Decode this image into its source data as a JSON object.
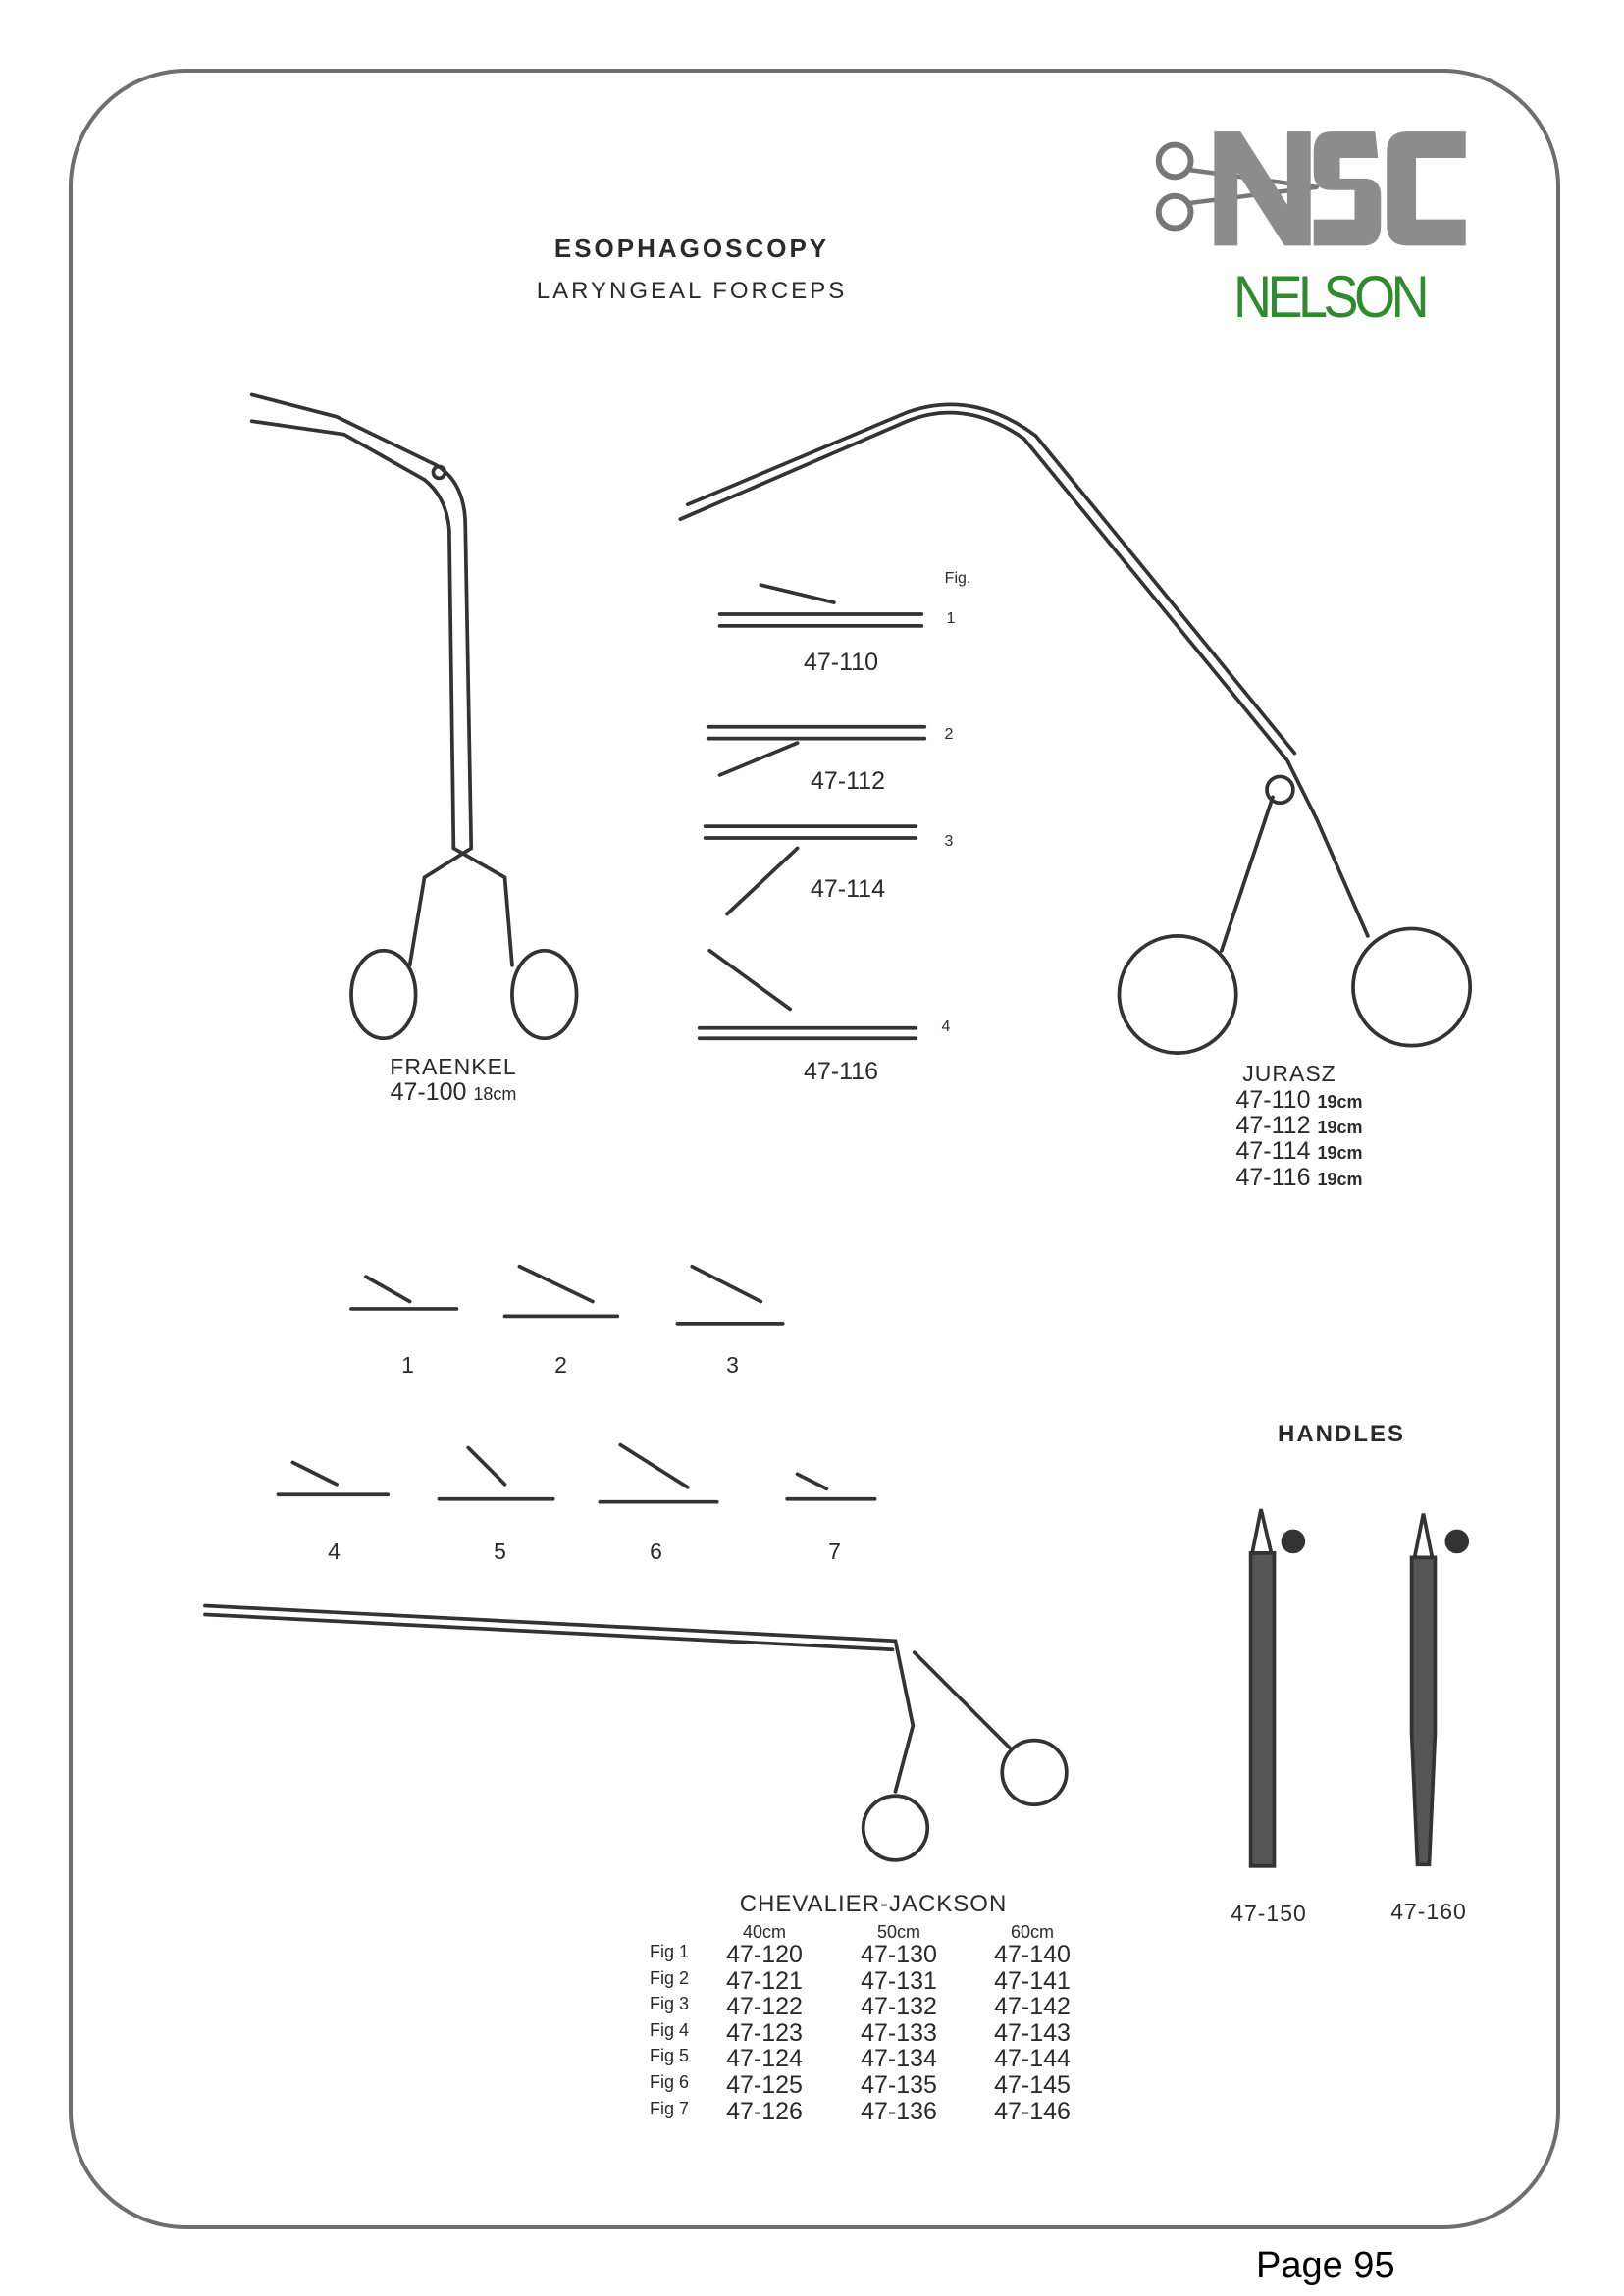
{
  "header": {
    "title": "ESOPHAGOSCOPY",
    "subtitle": "LARYNGEAL FORCEPS"
  },
  "logo": {
    "mark": "NSC",
    "brand": "NELSON",
    "brand_color": "#2e8b2e"
  },
  "fraenkel": {
    "name": "FRAENKEL",
    "code": "47-100",
    "size": "18cm"
  },
  "tips": {
    "fig_label": "Fig.",
    "items": [
      {
        "fig": "1",
        "code": "47-110"
      },
      {
        "fig": "2",
        "code": "47-112"
      },
      {
        "fig": "3",
        "code": "47-114"
      },
      {
        "fig": "4",
        "code": "47-116"
      }
    ]
  },
  "jurasz": {
    "name": "JURASZ",
    "items": [
      {
        "code": "47-110",
        "size": "19cm"
      },
      {
        "code": "47-112",
        "size": "19cm"
      },
      {
        "code": "47-114",
        "size": "19cm"
      },
      {
        "code": "47-116",
        "size": "19cm"
      }
    ]
  },
  "cj_figs": [
    "1",
    "2",
    "3",
    "4",
    "5",
    "6",
    "7"
  ],
  "handles": {
    "title": "HANDLES",
    "items": [
      "47-150",
      "47-160"
    ]
  },
  "chevalier": {
    "name": "CHEVALIER-JACKSON",
    "columns": [
      "40cm",
      "50cm",
      "60cm"
    ],
    "rows": [
      {
        "fig": "Fig 1",
        "codes": [
          "47-120",
          "47-130",
          "47-140"
        ]
      },
      {
        "fig": "Fig 2",
        "codes": [
          "47-121",
          "47-131",
          "47-141"
        ]
      },
      {
        "fig": "Fig 3",
        "codes": [
          "47-122",
          "47-132",
          "47-142"
        ]
      },
      {
        "fig": "Fig 4",
        "codes": [
          "47-123",
          "47-133",
          "47-143"
        ]
      },
      {
        "fig": "Fig 5",
        "codes": [
          "47-124",
          "47-134",
          "47-144"
        ]
      },
      {
        "fig": "Fig 6",
        "codes": [
          "47-125",
          "47-135",
          "47-145"
        ]
      },
      {
        "fig": "Fig 7",
        "codes": [
          "47-126",
          "47-136",
          "47-146"
        ]
      }
    ]
  },
  "footer": {
    "page": "Page 95"
  }
}
